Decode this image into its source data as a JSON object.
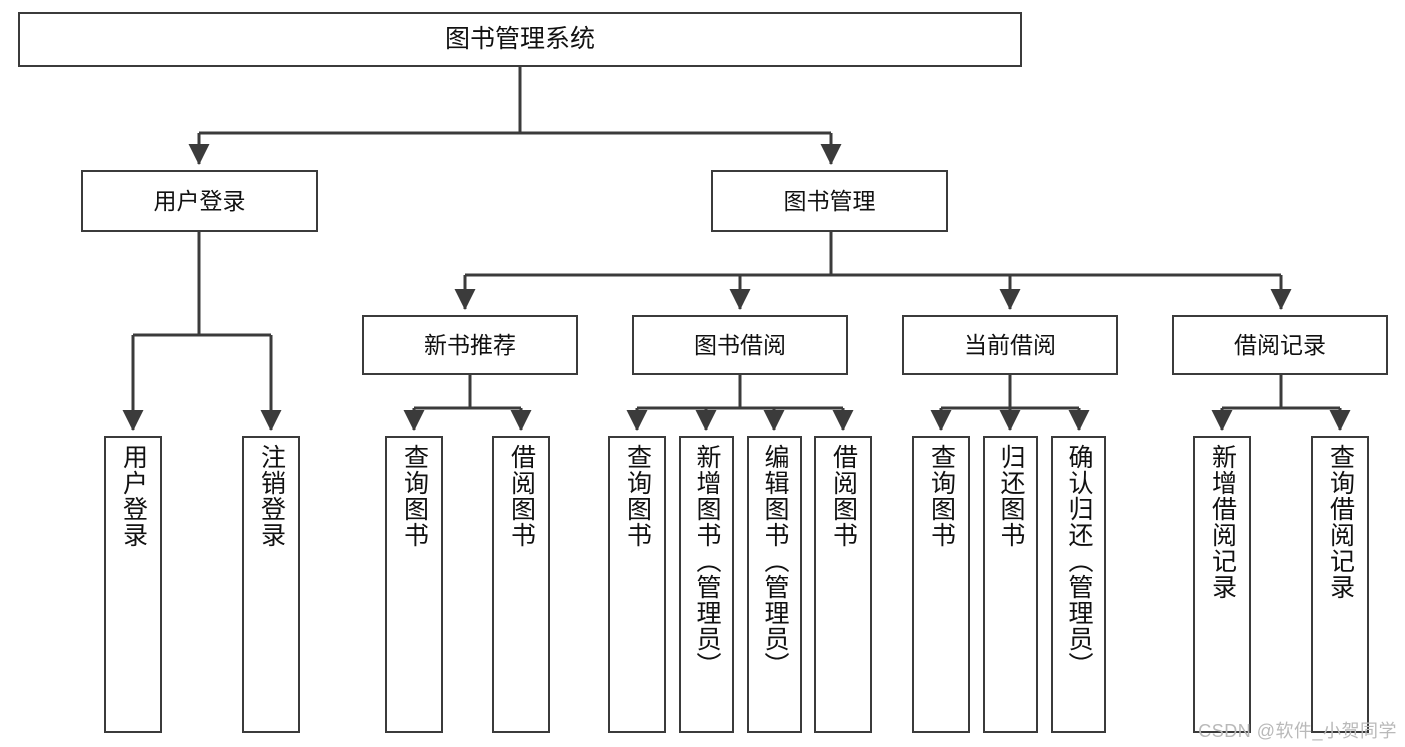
{
  "diagram": {
    "type": "tree-hierarchy",
    "title": "图书管理系统",
    "root": {
      "id": "root",
      "label": "图书管理系统"
    },
    "level2": [
      {
        "id": "user-login",
        "label": "用户登录"
      },
      {
        "id": "book-manage",
        "label": "图书管理"
      }
    ],
    "level3": [
      {
        "id": "new-book-rec",
        "label": "新书推荐",
        "parent": "book-manage"
      },
      {
        "id": "book-borrow",
        "label": "图书借阅",
        "parent": "book-manage"
      },
      {
        "id": "current-borrow",
        "label": "当前借阅",
        "parent": "book-manage"
      },
      {
        "id": "borrow-record",
        "label": "借阅记录",
        "parent": "book-manage"
      }
    ],
    "leaves": [
      {
        "id": "leaf-1",
        "label": "用户登录",
        "parent": "user-login"
      },
      {
        "id": "leaf-2",
        "label": "注销登录",
        "parent": "user-login"
      },
      {
        "id": "leaf-3",
        "label": "查询图书",
        "parent": "new-book-rec"
      },
      {
        "id": "leaf-4",
        "label": "借阅图书",
        "parent": "new-book-rec"
      },
      {
        "id": "leaf-5",
        "label": "查询图书",
        "parent": "book-borrow"
      },
      {
        "id": "leaf-6",
        "label": "新增图书（管理员）",
        "parent": "book-borrow"
      },
      {
        "id": "leaf-7",
        "label": "编辑图书（管理员）",
        "parent": "book-borrow"
      },
      {
        "id": "leaf-8",
        "label": "借阅图书",
        "parent": "book-borrow"
      },
      {
        "id": "leaf-9",
        "label": "查询图书",
        "parent": "current-borrow"
      },
      {
        "id": "leaf-10",
        "label": "归还图书",
        "parent": "current-borrow"
      },
      {
        "id": "leaf-11",
        "label": "确认归还（管理员）",
        "parent": "current-borrow"
      },
      {
        "id": "leaf-12",
        "label": "新增借阅记录",
        "parent": "borrow-record"
      },
      {
        "id": "leaf-13",
        "label": "查询借阅记录",
        "parent": "borrow-record"
      }
    ],
    "colors": {
      "stroke": "#3b3b3b",
      "fill": "#ffffff",
      "text": "#111111",
      "watermark": "#b9b9b9"
    }
  },
  "watermark": {
    "text": "CSDN @软件_小贺同学"
  }
}
